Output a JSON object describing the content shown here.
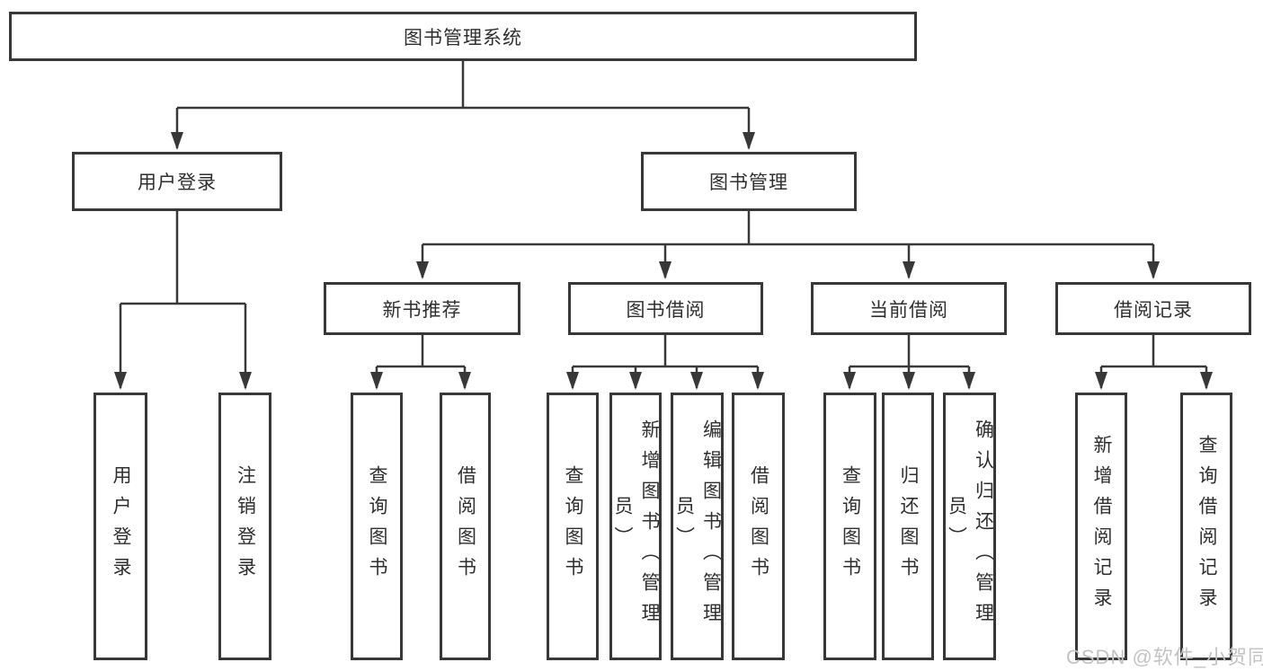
{
  "diagram": {
    "title": "图书管理系统",
    "root": {
      "label": "图书管理系统"
    },
    "branches": [
      {
        "label": "用户登录",
        "children": [
          {
            "label": "用户登录"
          },
          {
            "label": "注销登录"
          }
        ]
      },
      {
        "label": "图书管理",
        "children": [
          {
            "label": "新书推荐",
            "children": [
              {
                "label": "查询图书"
              },
              {
                "label": "借阅图书"
              }
            ]
          },
          {
            "label": "图书借阅",
            "children": [
              {
                "label": "查询图书"
              },
              {
                "label": "新增图书（管理员）"
              },
              {
                "label": "编辑图书（管理员）"
              },
              {
                "label": "借阅图书"
              }
            ]
          },
          {
            "label": "当前借阅",
            "children": [
              {
                "label": "查询图书"
              },
              {
                "label": "归还图书"
              },
              {
                "label": "确认归还（管理员）"
              }
            ]
          },
          {
            "label": "借阅记录",
            "children": [
              {
                "label": "新增借阅记录"
              },
              {
                "label": "查询借阅记录"
              }
            ]
          }
        ]
      }
    ]
  },
  "watermark": {
    "text": "CSDN @软件_小贺同学",
    "color": "#c3c3c3"
  },
  "colors": {
    "line": "#383838",
    "box_border": "#383838",
    "text": "#2f2f2f",
    "background": "#ffffff"
  }
}
